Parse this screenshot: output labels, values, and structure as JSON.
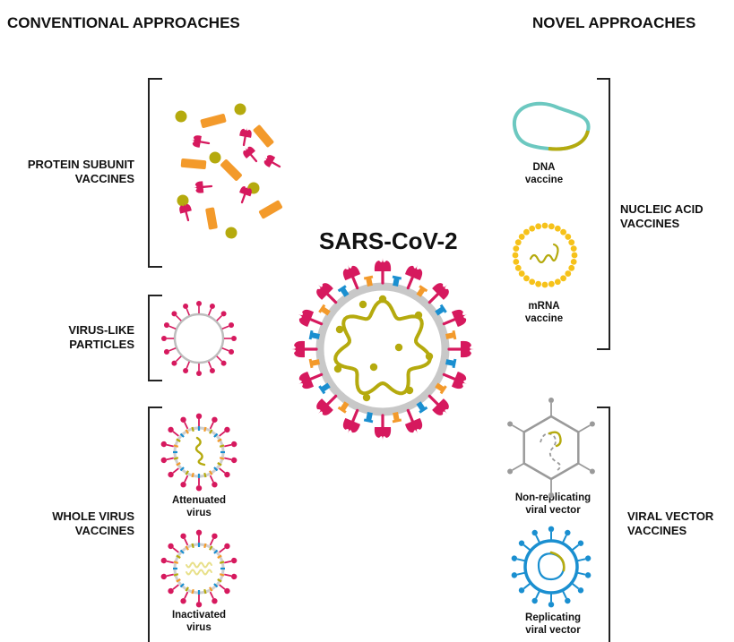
{
  "headers": {
    "left": "CONVENTIONAL APPROACHES",
    "right": "NOVEL APPROACHES"
  },
  "center_title": "SARS-CoV-2",
  "categories": {
    "protein_subunit": [
      "PROTEIN SUBUNIT",
      "VACCINES"
    ],
    "vlp": [
      "VIRUS-LIKE",
      "PARTICLES"
    ],
    "whole_virus": [
      "WHOLE VIRUS",
      "VACCINES"
    ],
    "nucleic_acid": [
      "NUCLEIC ACID",
      "VACCINES"
    ],
    "viral_vector": [
      "VIRAL VECTOR",
      "VACCINES"
    ]
  },
  "items": {
    "attenuated": [
      "Attenuated",
      "virus"
    ],
    "inactivated": [
      "Inactivated",
      "virus"
    ],
    "dna": [
      "DNA",
      "vaccine"
    ],
    "mrna": [
      "mRNA",
      "vaccine"
    ],
    "non_replicating": [
      "Non-replicating",
      "viral vector"
    ],
    "replicating": [
      "Replicating",
      "viral vector"
    ]
  },
  "colors": {
    "spike": "#d6195e",
    "orange": "#f39a2b",
    "olive": "#b5aa0e",
    "blue": "#1a8fd0",
    "membrane": "#c8c8c8",
    "teal": "#6cc8c0",
    "yellow": "#f6c21a",
    "grey": "#9a9a9a",
    "bracket": "#222222",
    "text": "#111111"
  }
}
